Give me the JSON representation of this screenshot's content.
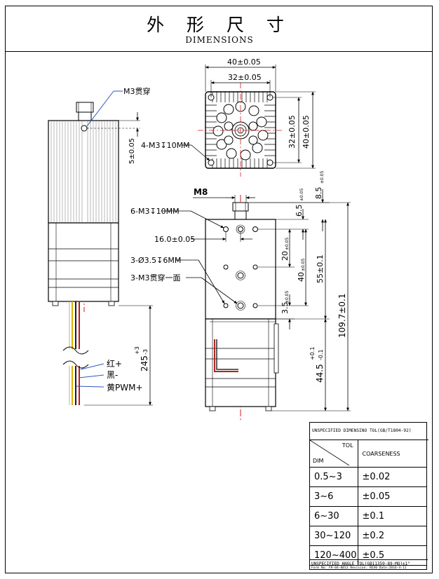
{
  "header": {
    "title_zh": "外 形 尺 寸",
    "title_en": "DIMENSIONS"
  },
  "left_view": {
    "callout_through_hole": "M3贯穿",
    "callout_tapped": "4-M3↧10MM",
    "dim_offset": "5±0.05",
    "dim_lead_length": "245",
    "dim_lead_tol_upper": "+3",
    "dim_lead_tol_lower": "-3",
    "wire_labels": [
      "红+",
      "黑-",
      "黄PWM+"
    ]
  },
  "top_view": {
    "dim_width": "40±0.05",
    "dim_hole_pitch_x": "32±0.05",
    "dim_hole_pitch_y": "32±0.05",
    "dim_height": "40±0.05"
  },
  "front_view": {
    "thread_label": "M8",
    "callout_tapped_6": "6-M3↧10MM",
    "dim_hole_spacing": "16.0±0.05",
    "callout_cbore": "3-Ø3.5↧6MM",
    "callout_through_one": "3-M3贯穿一面",
    "dim_boss_height": "8.5",
    "dim_boss_height_tol": "±0.05",
    "dim_top_hole_offset": "6.5",
    "dim_top_hole_offset_tol": "±0.05",
    "dim_20": "20",
    "dim_20_tol": "±0.05",
    "dim_40": "40",
    "dim_40_tol": "±0.05",
    "dim_3_5": "3.5",
    "dim_3_5_tol": "±0.05",
    "dim_55": "55±0.1",
    "dim_total": "109.7±0.1",
    "dim_motor": "44.5",
    "dim_motor_tol_upper": "+0.1",
    "dim_motor_tol_lower": "-0.1"
  },
  "tolerance_table": {
    "header": "UNSPECIFIED DIMENSINO TOL(GB/T1804-92)",
    "col_tol": "TOL",
    "col_dim": "DIM",
    "col_class": "COARSENESS",
    "rows": [
      {
        "range": "0.5~3",
        "tol": "±0.02"
      },
      {
        "range": "3~6",
        "tol": "±0.05"
      },
      {
        "range": "6~30",
        "tol": "±0.1"
      },
      {
        "range": "30~120",
        "tol": "±0.2"
      },
      {
        "range": "120~400",
        "tol": "±0.5"
      }
    ],
    "angle_note": "UNSPECIFIED ANGLE TOL(GB11359-89-MO)±1°",
    "form_note": "Form No: FR-04-0013 Revision: REV0  Date:2016-4-11"
  },
  "colors": {
    "line": "#000000",
    "centerline": "#d01c1c",
    "wire_red": "#c8141e",
    "wire_black": "#1a1a1a",
    "wire_yellow": "#e0b000",
    "callout_blue": "#2a56c6",
    "heatsink_gray": "#9a9a9a"
  }
}
